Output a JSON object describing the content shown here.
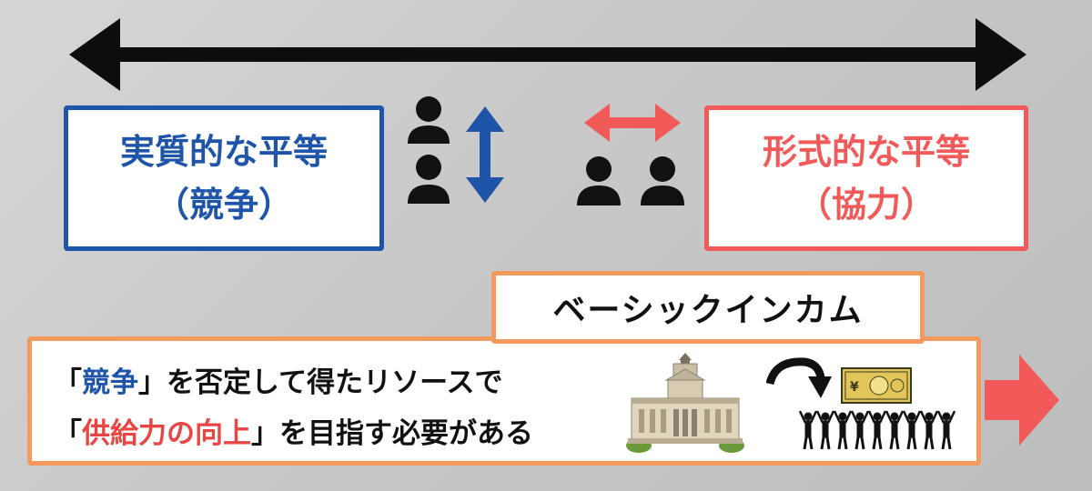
{
  "left_box": {
    "line1": "実質的な平等",
    "line2": "（競争）"
  },
  "right_box": {
    "line1": "形式的な平等",
    "line2": "（協力）"
  },
  "basic_income": {
    "label": "ベーシックインカム"
  },
  "panel": {
    "line1_open": "「",
    "line1_highlight": "競争",
    "line1_close": "」",
    "line1_rest": "を否定して得たリソースで",
    "line2_open": "「",
    "line2_highlight": "供給力の向上",
    "line2_close": "」",
    "line2_rest": "を目指す必要がある"
  },
  "icons": {
    "top_arrow": "double-headed-arrow-icon",
    "vertical_arrow": "vertical-double-arrow-icon",
    "horizontal_arrow": "horizontal-double-arrow-icon",
    "stacked_people": "stacked-people-icon",
    "side_people": "side-by-side-people-icon",
    "building": "parliament-building-icon",
    "curved_arrow": "curved-arrow-icon",
    "money": "banknote-icon",
    "crowd": "crowd-icon",
    "big_arrow": "right-arrow-icon"
  },
  "colors": {
    "blue": "#1f55a8",
    "red": "#f25a5a",
    "orange": "#f39a5c"
  }
}
